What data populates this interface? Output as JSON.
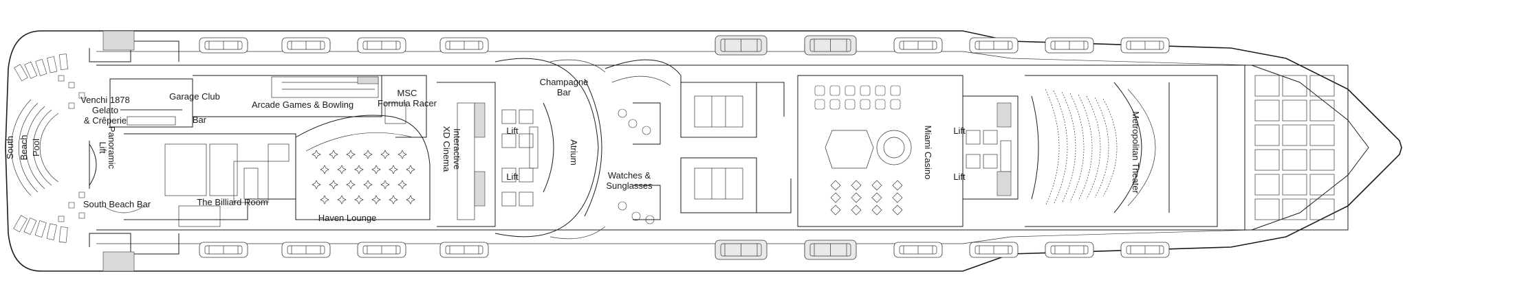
{
  "deck_plan": {
    "labels": {
      "south_beach_pool": [
        "South",
        "Beach",
        "Pool"
      ],
      "venchi": [
        "Venchi 1878",
        "Gelato",
        "& Crêperie"
      ],
      "garage_club": "Garage Club",
      "bar": "Bar",
      "arcade": "Arcade Games & Bowling",
      "formula_racer": [
        "MSC",
        "Formula Racer"
      ],
      "xd_cinema": [
        "Interactive",
        "XD Cinema"
      ],
      "champagne_bar": [
        "Champagne",
        "Bar"
      ],
      "atrium": "Atrium",
      "lift": "Lift",
      "panoramic_lift": [
        "Panoramic",
        "Lift"
      ],
      "south_beach_bar": "South Beach Bar",
      "billiard_room": "The Billiard Room",
      "haven_lounge": "Haven Lounge",
      "watches": [
        "Watches &",
        "Sunglasses"
      ],
      "casino": "Miami Casino",
      "theater": "Metropolitan Theater"
    },
    "icons": [
      "lifeboat-icon",
      "tender-boat-icon",
      "elevator-icon",
      "staircase-icon",
      "stage-icon",
      "lounge-table-icon",
      "slot-machine-icon",
      "pool-icon"
    ]
  }
}
